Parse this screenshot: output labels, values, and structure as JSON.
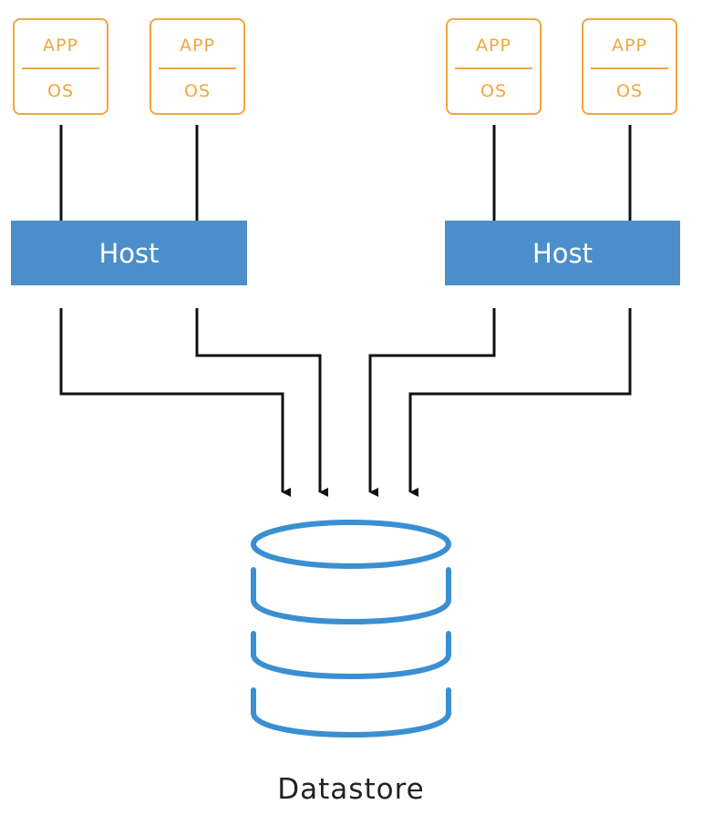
{
  "vm": {
    "app_label": "APP",
    "os_label": "OS"
  },
  "hosts": [
    {
      "label": "Host"
    },
    {
      "label": "Host"
    }
  ],
  "datastore": {
    "label": "Datastore"
  },
  "colors": {
    "vm_outline": "#F0A63F",
    "host_fill": "#4A8FCC",
    "datastore_stroke": "#3A8FD0",
    "connector": "#111111"
  }
}
